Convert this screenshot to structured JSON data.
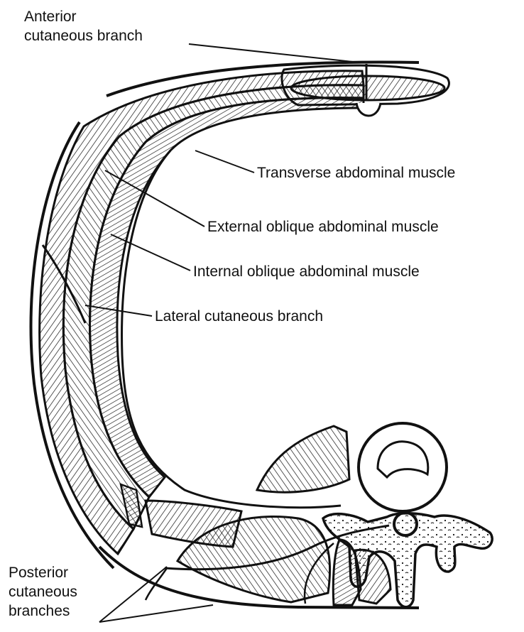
{
  "labels": {
    "anterior_cutaneous_branch": [
      "Anterior",
      "cutaneous branch"
    ],
    "transverse_abdominal_muscle": "Transverse abdominal muscle",
    "external_oblique_abdominal_muscle": "External oblique abdominal muscle",
    "internal_oblique_abdominal_muscle": "Internal oblique abdominal muscle",
    "lateral_cutaneous_branch": "Lateral cutaneous branch",
    "posterior_cutaneous_branches": [
      "Posterior",
      "cutaneous",
      "branches"
    ]
  },
  "colors": {
    "ink": "#111111",
    "paper": "#ffffff"
  }
}
